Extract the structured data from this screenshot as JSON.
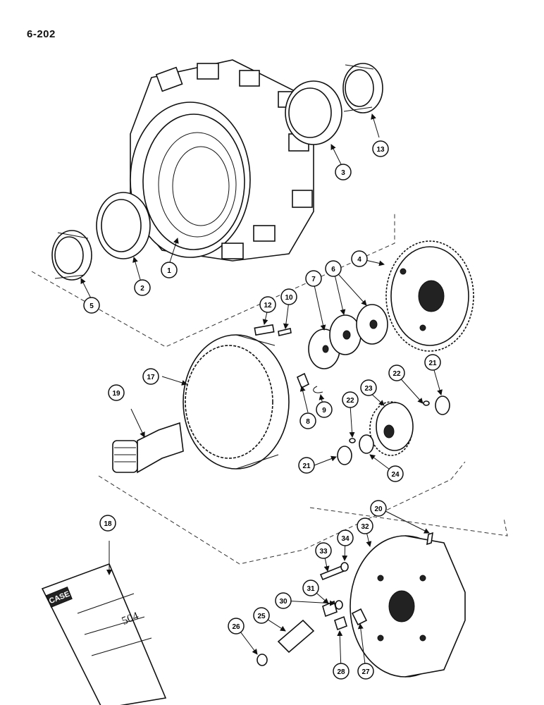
{
  "page": {
    "number": "6-202"
  },
  "callouts": [
    "1",
    "2",
    "3",
    "4",
    "5",
    "6",
    "7",
    "8",
    "9",
    "10",
    "12",
    "13",
    "17",
    "18",
    "19",
    "20",
    "21",
    "21",
    "22",
    "22",
    "23",
    "24",
    "25",
    "26",
    "27",
    "28",
    "30",
    "31",
    "32",
    "33",
    "34"
  ],
  "tube_label": {
    "brand": "CASE",
    "code": "504"
  }
}
